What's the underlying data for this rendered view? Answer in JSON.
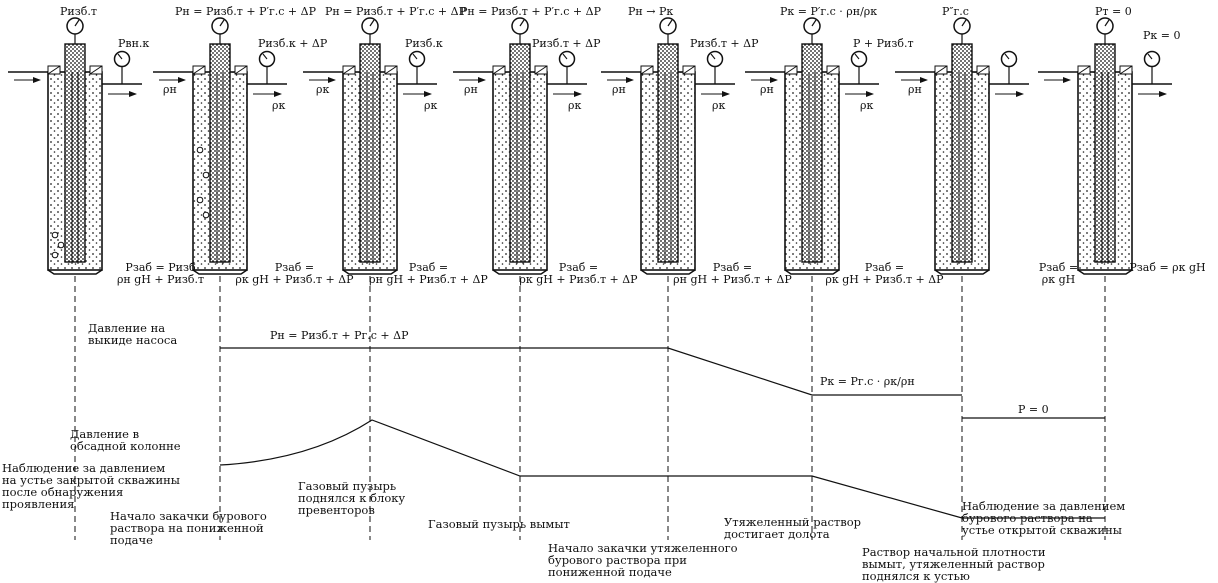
{
  "top_labels": [
    "Pизб.т",
    "Pвн.к",
    "Pн = Pизб.т + P′г.с + ΔP",
    "Pизб.к + ΔP",
    "Pн = Pизб.т + P′г.с + ΔP",
    "Pизб.к",
    "Pн = Pизб.т + P′г.с + ΔP",
    "Pизб.т + ΔP",
    "Pн → Pк",
    "Pизб.т + ΔP",
    "Pк = P′г.с · ρн/ρк",
    "P + Pизб.т",
    "P″г.с",
    "Pт = 0",
    "Pк = 0"
  ],
  "flow_labels": [
    "ρн",
    "ρк",
    "ρк",
    "ρк",
    "ρн",
    "ρк",
    "ρн",
    "ρк",
    "ρн",
    "ρк",
    "ρн"
  ],
  "bottom_labels": [
    "Pзаб = Pизб\nρн gH + Pизб.т",
    "Pзаб =\nρк gH + Pизб.т + ΔP",
    "Pзаб =\nρн gH + Pизб.т + ΔP",
    "Pзаб =\nρк gH + Pизб.т + ΔP",
    "Pзаб =\nρн gH + Pизб.т + ΔP",
    "Pзаб =\nρк gH + Pизб.т + ΔP",
    "Pзаб =\nρк gH",
    "Pзаб = ρк gH"
  ],
  "graph": {
    "pump_label": "Давление на\nвыкиде насоса",
    "pump_formula": "Pн = Pизб.т + Pг.с + ΔP",
    "formula_kill": "Pк = Pг.с · ρк/ρн",
    "p_zero": "P = 0",
    "casing_label": "Давление в\nобсадной колонне"
  },
  "captions": [
    "Наблюдение за давлением\nна устье закрытой скважины\nпосле обнаружения\nпроявления",
    "Начало закачки бурового\nраствора на пониженной\nподаче",
    "Газовый пузырь\nподнялся к блоку\nпревенторов",
    "Газовый пузырь вымыт",
    "Начало закачки утяжеленного\nбурового раствора при\nпониженной подаче",
    "Утяжеленный раствор\nдостигает долота",
    "Наблюдение за давлением\nбурового раствора на\nустье открытой скважины",
    "Раствор начальной плотности\nвымыт, утяжеленный раствор\nподнялся к устью"
  ]
}
